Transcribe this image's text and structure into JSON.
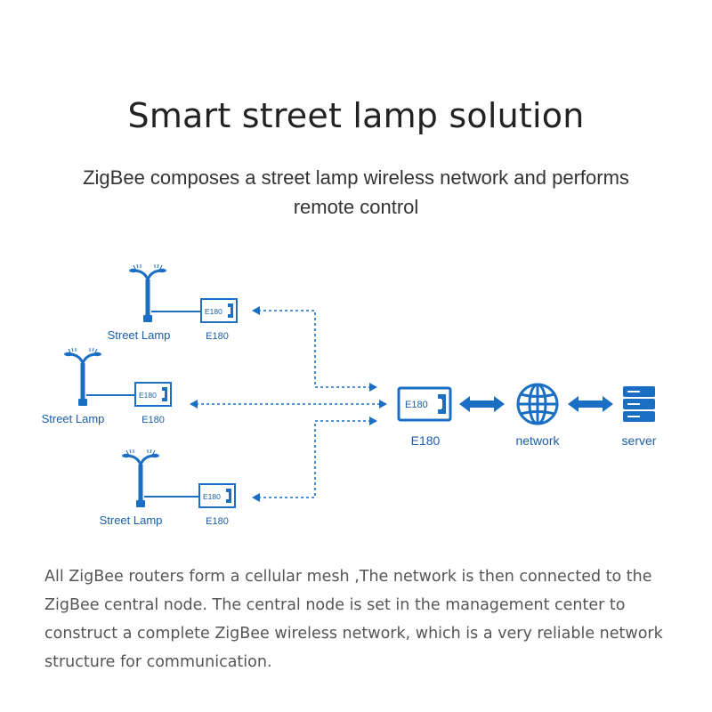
{
  "header": {
    "title": "Smart street lamp solution",
    "subtitle": "ZigBee composes a street lamp wireless network and performs remote control"
  },
  "diagram": {
    "lamp_label": "Street Lamp",
    "module_label": "E180",
    "central_label": "E180",
    "network_label": "network",
    "server_label": "server",
    "accent_color": "#1a6fc4",
    "icons": [
      "street-lamp-icon",
      "zigbee-module-icon",
      "globe-icon",
      "server-icon"
    ]
  },
  "body": {
    "paragraph": "All ZigBee routers form a cellular mesh ,The network is then connected to the ZigBee central node. The central node is set in the management center to construct a complete ZigBee wireless network, which is a very reliable network structure for communication."
  }
}
